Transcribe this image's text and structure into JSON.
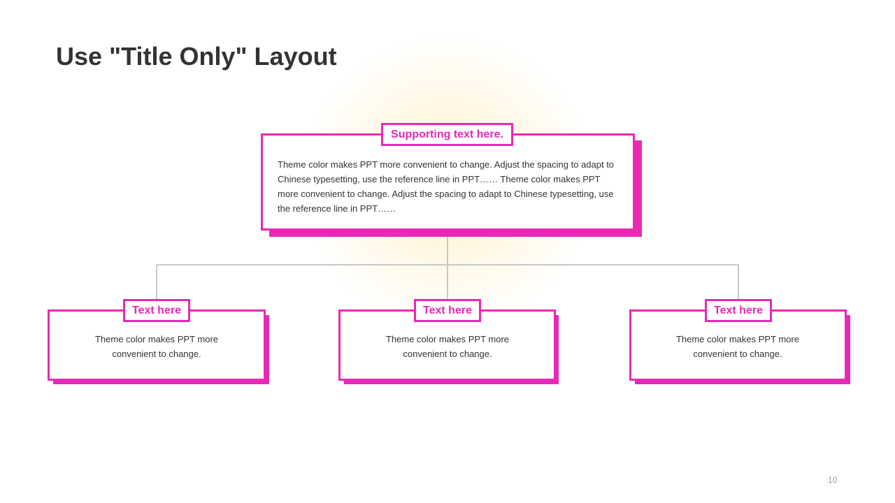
{
  "slide": {
    "title": "Use \"Title Only\" Layout",
    "page_number": "10",
    "accent_color": "#e829b7"
  },
  "top_box": {
    "tag": "Supporting text here.",
    "text": "Theme color makes PPT more convenient to change. Adjust the spacing to adapt to Chinese typesetting, use the reference line in PPT…… Theme color makes PPT more convenient to change. Adjust the spacing to adapt to Chinese typesetting, use the reference line in PPT……"
  },
  "sub_boxes": [
    {
      "tag": "Text here",
      "text": "Theme color makes PPT more convenient to change."
    },
    {
      "tag": "Text here",
      "text": "Theme color makes PPT more convenient to change."
    },
    {
      "tag": "Text here",
      "text": "Theme color makes PPT more convenient to change."
    }
  ]
}
